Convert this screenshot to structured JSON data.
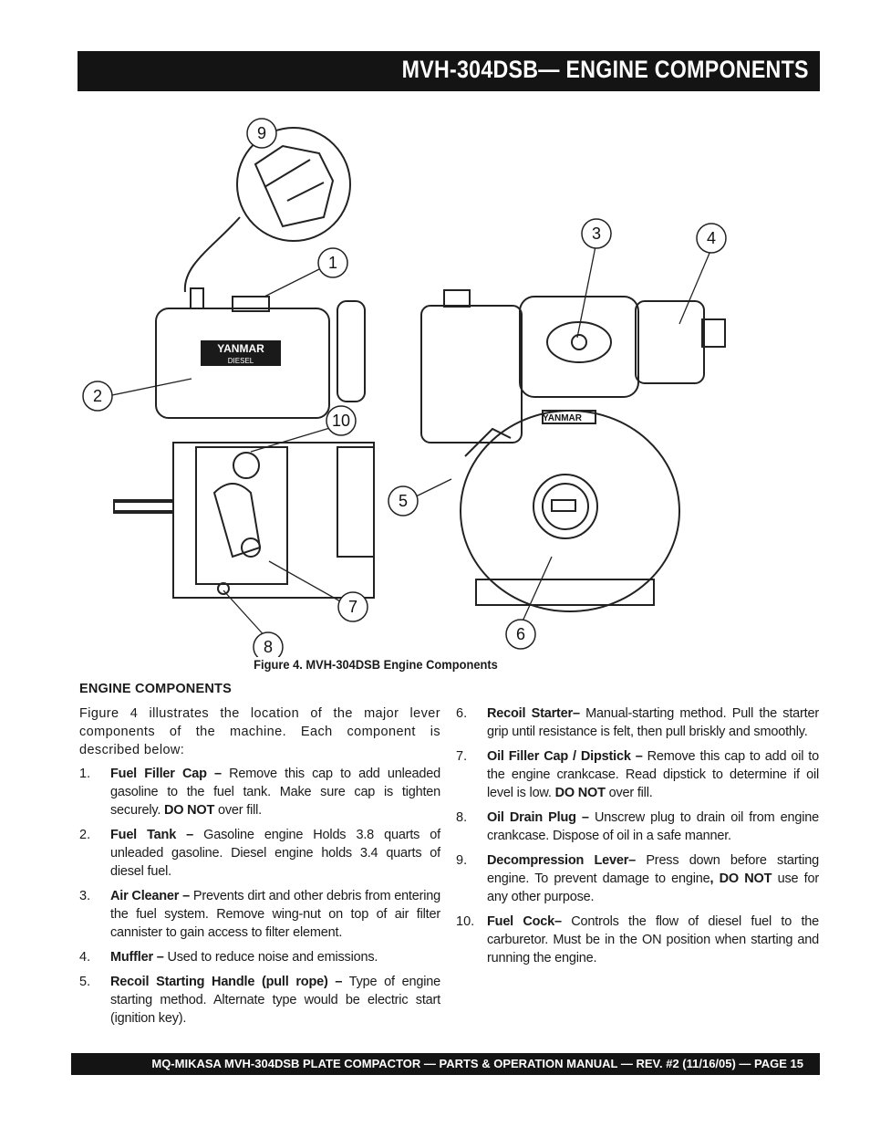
{
  "header": {
    "title": "MVH-304DSB— ENGINE COMPONENTS"
  },
  "figure": {
    "caption": "Figure 4.  MVH-304DSB Engine Components",
    "engine_logo": "YANMAR",
    "engine_sublabel": "DIESEL",
    "callouts": [
      "1",
      "2",
      "3",
      "4",
      "5",
      "6",
      "7",
      "8",
      "9",
      "10"
    ]
  },
  "section": {
    "heading": "ENGINE COMPONENTS"
  },
  "intro": "Figure 4 illustrates the location of the major lever components of the machine. Each component is described below:",
  "items": [
    {
      "num": "1.",
      "term": "Fuel Filler Cap –",
      "text": " Remove this cap to add unleaded gasoline to the fuel tank. Make sure cap is tighten securely. ",
      "strong": "DO NOT",
      "after": " over fill."
    },
    {
      "num": "2.",
      "term": "Fuel Tank –",
      "text": " Gasoline engine Holds  3.8 quarts of unleaded gasoline. Diesel engine holds 3.4 quarts of diesel fuel.",
      "strong": "",
      "after": ""
    },
    {
      "num": "3.",
      "term": "Air Cleaner –",
      "text": " Prevents dirt and other debris from entering the fuel system. Remove wing-nut on top of air filter cannister to gain access to filter element.",
      "strong": "",
      "after": ""
    },
    {
      "num": "4.",
      "term": "Muffler –",
      "text": " Used to reduce noise and emissions.",
      "strong": "",
      "after": ""
    },
    {
      "num": "5.",
      "term": "Recoil Starting Handle (pull rope) –",
      "text": " Type of engine starting method. Alternate type would be electric start (ignition key).",
      "strong": "",
      "after": ""
    },
    {
      "num": "6.",
      "term": "Recoil Starter–",
      "text": " Manual-starting method. Pull the starter grip until resistance is felt, then pull briskly and smoothly.",
      "strong": "",
      "after": ""
    },
    {
      "num": "7.",
      "term": "Oil Filler Cap / Dipstick –",
      "text": " Remove this cap to add oil to the engine crankcase. Read dipstick to determine if oil level is low. ",
      "strong": "DO NOT",
      "after": " over fill."
    },
    {
      "num": "8.",
      "term": "Oil Drain Plug –",
      "text": " Unscrew plug to drain oil from engine crankcase. Dispose of oil in a safe manner.",
      "strong": "",
      "after": ""
    },
    {
      "num": "9.",
      "term": "Decompression Lever–",
      "text": " Press down before starting engine. To prevent damage to engine",
      "strong": ", DO NOT",
      "after": " use for any other purpose."
    },
    {
      "num": "10.",
      "term": "Fuel Cock–",
      "text": " Controls the flow of diesel fuel to the carburetor. Must be in the ON position when starting and running the engine.",
      "strong": "",
      "after": ""
    }
  ],
  "footer": {
    "text": "MQ-MIKASA MVH-304DSB PLATE COMPACTOR — PARTS & OPERATION MANUAL — REV. #2  (11/16/05) — PAGE 15"
  }
}
